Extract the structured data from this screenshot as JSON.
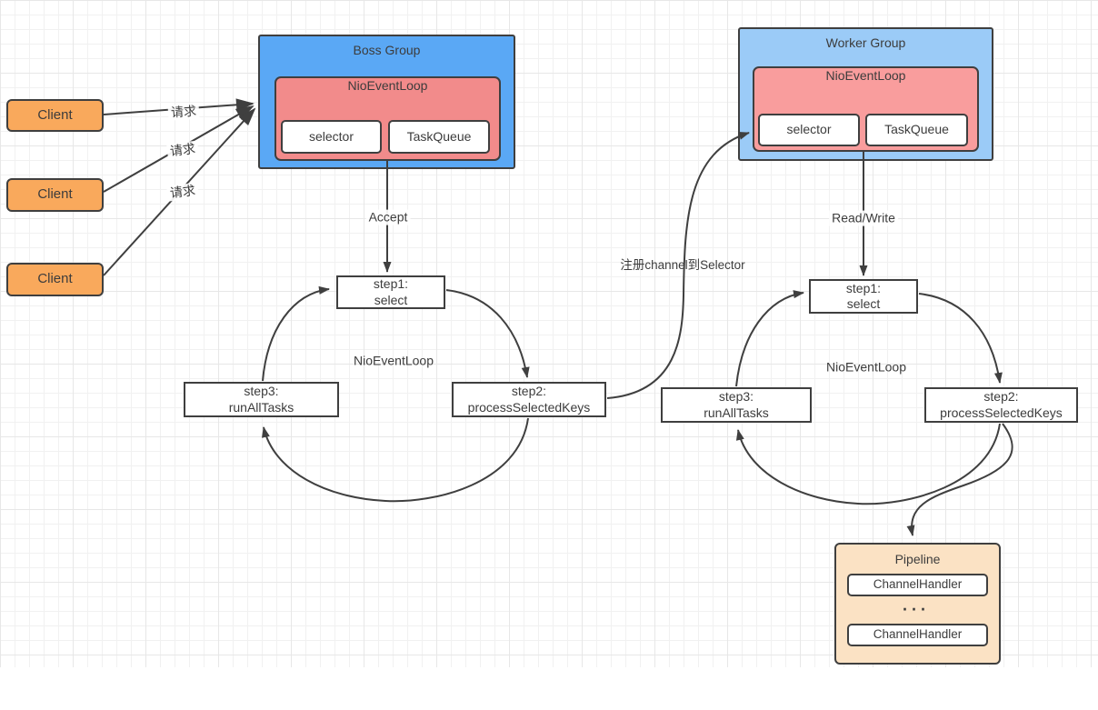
{
  "colors": {
    "boss_blue": "#5AA8F5",
    "worker_blue": "#9BCBF7",
    "nio_red": "#F28B8B",
    "nio_red_light": "#F99D9D",
    "client_orange": "#F9A95C",
    "pipeline_peach": "#FBE2C4",
    "stroke_dark": "#3F3F3F"
  },
  "clients": [
    {
      "label": "Client"
    },
    {
      "label": "Client"
    },
    {
      "label": "Client"
    }
  ],
  "requests": [
    "请求",
    "请求",
    "请求"
  ],
  "boss_group": {
    "title": "Boss Group",
    "nio": {
      "title": "NioEventLoop",
      "selector": "selector",
      "task_queue": "TaskQueue"
    }
  },
  "worker_group": {
    "title": "Worker Group",
    "nio": {
      "title": "NioEventLoop",
      "selector": "selector",
      "task_queue": "TaskQueue"
    }
  },
  "edges": {
    "accept": "Accept",
    "read_write": "Read/Write",
    "register_channel": "注册channel到Selector"
  },
  "loops": {
    "boss": {
      "name": "NioEventLoop",
      "step1": {
        "l1": "step1:",
        "l2": "select"
      },
      "step2": {
        "l1": "step2:",
        "l2": "processSelectedKeys"
      },
      "step3": {
        "l1": "step3:",
        "l2": "runAllTasks"
      }
    },
    "worker": {
      "name": "NioEventLoop",
      "step1": {
        "l1": "step1:",
        "l2": "select"
      },
      "step2": {
        "l1": "step2:",
        "l2": "processSelectedKeys"
      },
      "step3": {
        "l1": "step3:",
        "l2": "runAllTasks"
      }
    }
  },
  "pipeline": {
    "title": "Pipeline",
    "handlers": [
      "ChannelHandler",
      "ChannelHandler"
    ],
    "ellipsis": "..."
  }
}
